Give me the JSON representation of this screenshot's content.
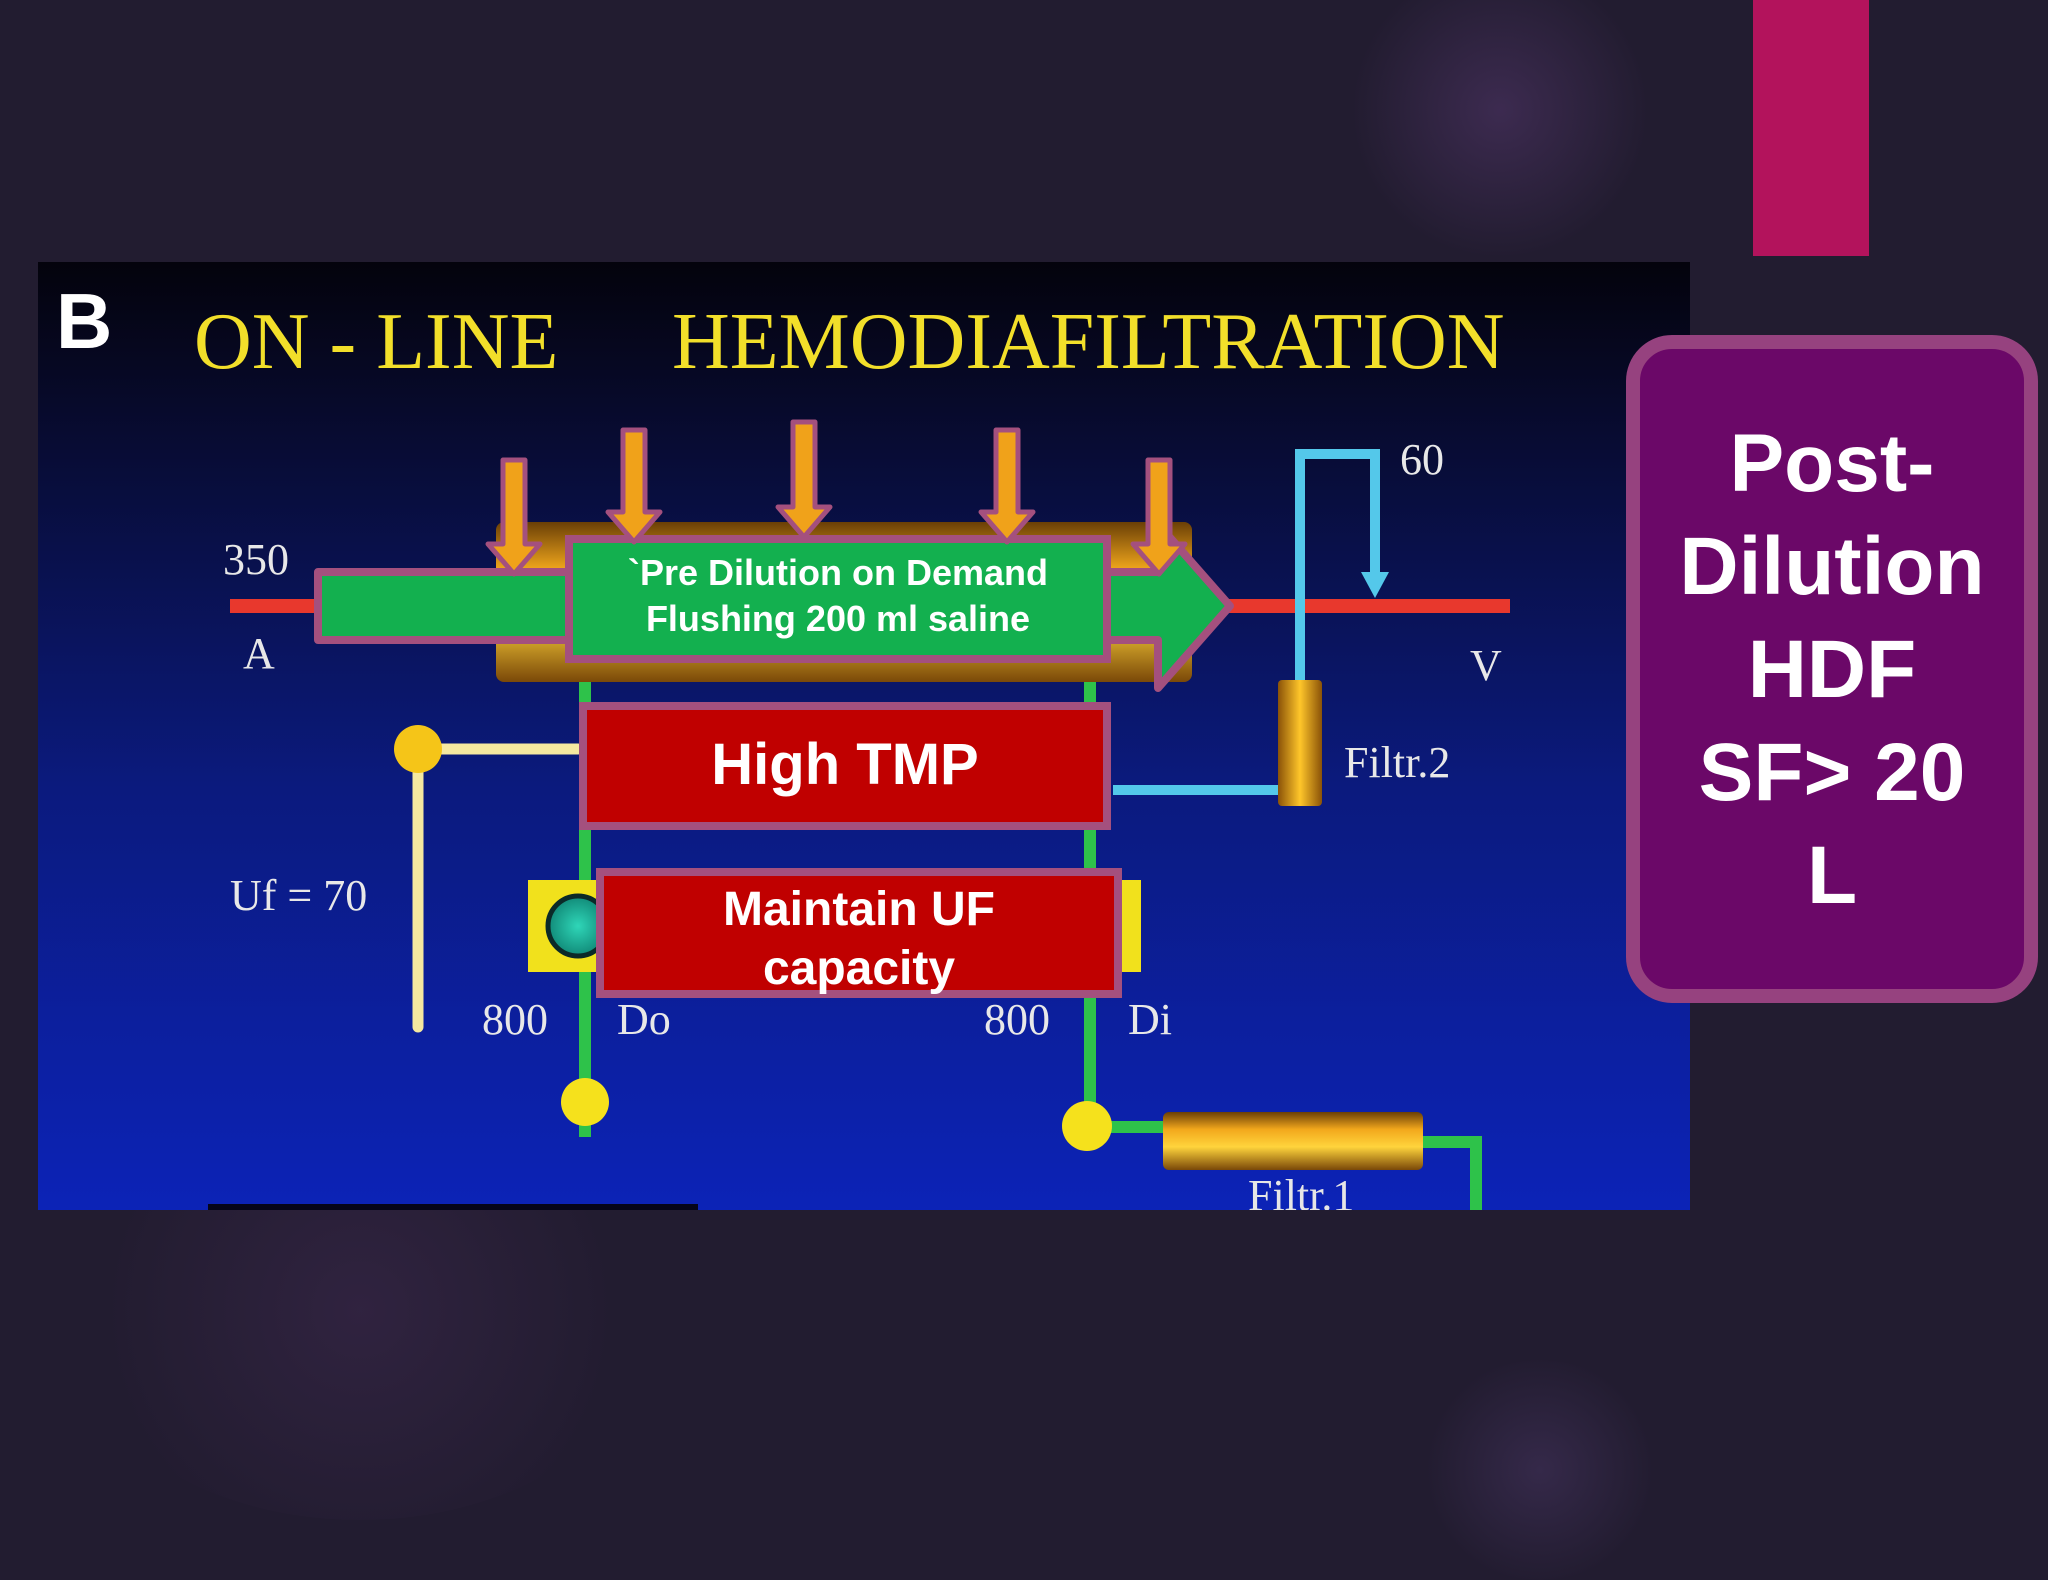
{
  "panel_letter": "B",
  "title_left": "ON - LINE",
  "title_right": "HEMODIAFILTRATION",
  "labels": {
    "arterial_flow": "350",
    "arterial": "A",
    "venous": "V",
    "post_infusion": "60",
    "ultrafiltration": "Uf = 70",
    "dialysate_out_flow": "800",
    "dialysate_out": "Do",
    "dialysate_in_flow": "800",
    "dialysate_in": "Di",
    "filter_2": "Filtr.2",
    "filter_1": "Filtr.1"
  },
  "overlay": {
    "pre_dilution_line1": "`Pre Dilution on Demand",
    "pre_dilution_line2": "Flushing 200 ml saline",
    "high_tmp": "High TMP",
    "maintain_uf_line1": "Maintain UF",
    "maintain_uf_line2": "capacity"
  },
  "side_box": {
    "text": "Post-\nDilution\nHDF\nSF> 20\nL"
  },
  "colors": {
    "background": "#221c30",
    "accent_bar": "#b3135c",
    "side_box_fill": "#6b0868",
    "side_box_border": "#96427f",
    "title_yellow": "#f2df2a",
    "blood_line": "#e8382d",
    "dialysate_line": "#2ec24a",
    "filtrate_line": "#54c8ea",
    "green_arrow": "#13b04f",
    "red_box": "#c00000",
    "dialyzer_gold": "#f0a21a"
  }
}
